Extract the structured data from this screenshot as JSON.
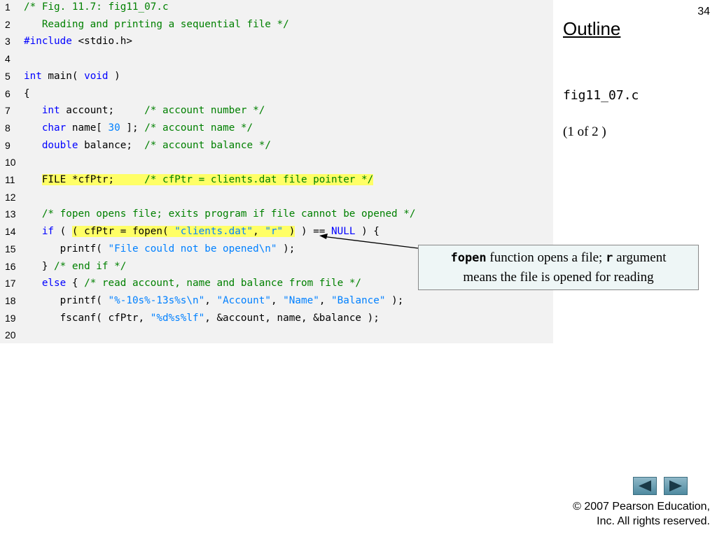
{
  "slide": {
    "number": "34"
  },
  "sidebar": {
    "outline_label": "Outline",
    "file_name": "fig11_07.c",
    "page_of": "(1 of 2 )"
  },
  "code": {
    "line_numbers": [
      "1",
      "2",
      "3",
      "4",
      "5",
      "6",
      "7",
      "8",
      "9",
      "10",
      "11",
      "12",
      "13",
      "14",
      "15",
      "16",
      "17",
      "18",
      "19",
      "20"
    ],
    "lines": [
      [
        {
          "t": "/* Fig. 11.7: fig11_07.c",
          "c": "cm"
        }
      ],
      [
        {
          "t": "   Reading and printing a sequential file */",
          "c": "cm"
        }
      ],
      [
        {
          "t": "#include",
          "c": "kw"
        },
        {
          "t": " <stdio.h>",
          "c": ""
        }
      ],
      [],
      [
        {
          "t": "int",
          "c": "kw"
        },
        {
          "t": " main( ",
          "c": ""
        },
        {
          "t": "void",
          "c": "kw"
        },
        {
          "t": " )",
          "c": ""
        }
      ],
      [
        {
          "t": "{",
          "c": ""
        }
      ],
      [
        {
          "t": "   ",
          "c": ""
        },
        {
          "t": "int",
          "c": "kw"
        },
        {
          "t": " account;     ",
          "c": ""
        },
        {
          "t": "/* account number */",
          "c": "cm"
        }
      ],
      [
        {
          "t": "   ",
          "c": ""
        },
        {
          "t": "char",
          "c": "kw"
        },
        {
          "t": " name[ ",
          "c": ""
        },
        {
          "t": "30",
          "c": "nm"
        },
        {
          "t": " ]; ",
          "c": ""
        },
        {
          "t": "/* account name */",
          "c": "cm"
        }
      ],
      [
        {
          "t": "   ",
          "c": ""
        },
        {
          "t": "double",
          "c": "kw"
        },
        {
          "t": " balance;  ",
          "c": ""
        },
        {
          "t": "/* account balance */",
          "c": "cm"
        }
      ],
      [],
      [
        {
          "t": "   ",
          "c": ""
        },
        {
          "t": "FILE *cfPtr;     ",
          "c": "hl"
        },
        {
          "t": "/* cfPtr = clients.dat file pointer */",
          "c": "cm hl"
        }
      ],
      [],
      [
        {
          "t": "   ",
          "c": ""
        },
        {
          "t": "/* fopen opens file; exits program if file cannot be opened */",
          "c": "cm"
        }
      ],
      [
        {
          "t": "   ",
          "c": ""
        },
        {
          "t": "if",
          "c": "kw"
        },
        {
          "t": " ( ",
          "c": ""
        },
        {
          "t": "( cfPtr = fopen( ",
          "c": "hl"
        },
        {
          "t": "\"clients.dat\"",
          "c": "st hl"
        },
        {
          "t": ", ",
          "c": "hl"
        },
        {
          "t": "\"r\"",
          "c": "st hl"
        },
        {
          "t": " )",
          "c": "hl"
        },
        {
          "t": " ) == ",
          "c": ""
        },
        {
          "t": "NULL",
          "c": "kw"
        },
        {
          "t": " ) {",
          "c": ""
        }
      ],
      [
        {
          "t": "      printf( ",
          "c": ""
        },
        {
          "t": "\"File could not be opened\\n\"",
          "c": "st"
        },
        {
          "t": " );",
          "c": ""
        }
      ],
      [
        {
          "t": "   } ",
          "c": ""
        },
        {
          "t": "/* end if */",
          "c": "cm"
        }
      ],
      [
        {
          "t": "   ",
          "c": ""
        },
        {
          "t": "else",
          "c": "kw"
        },
        {
          "t": " { ",
          "c": ""
        },
        {
          "t": "/* read account, name and balance from file */",
          "c": "cm"
        }
      ],
      [
        {
          "t": "      printf( ",
          "c": ""
        },
        {
          "t": "\"%-10s%-13s%s\\n\"",
          "c": "st"
        },
        {
          "t": ", ",
          "c": ""
        },
        {
          "t": "\"Account\"",
          "c": "st"
        },
        {
          "t": ", ",
          "c": ""
        },
        {
          "t": "\"Name\"",
          "c": "st"
        },
        {
          "t": ", ",
          "c": ""
        },
        {
          "t": "\"Balance\"",
          "c": "st"
        },
        {
          "t": " );",
          "c": ""
        }
      ],
      [
        {
          "t": "      fscanf( cfPtr, ",
          "c": ""
        },
        {
          "t": "\"%d%s%lf\"",
          "c": "st"
        },
        {
          "t": ", &account, name, &balance );",
          "c": ""
        }
      ],
      []
    ]
  },
  "callout": {
    "keyword1": "fopen",
    "text1": " function opens a file; ",
    "keyword2": "r",
    "text2": " argument",
    "text3": "means the file is opened for reading"
  },
  "nav": {
    "prev_icon": "arrow-left-icon",
    "next_icon": "arrow-right-icon"
  },
  "footer": {
    "copyright_line1": "© 2007 Pearson Education,",
    "copyright_line2": "Inc.  All rights reserved."
  }
}
